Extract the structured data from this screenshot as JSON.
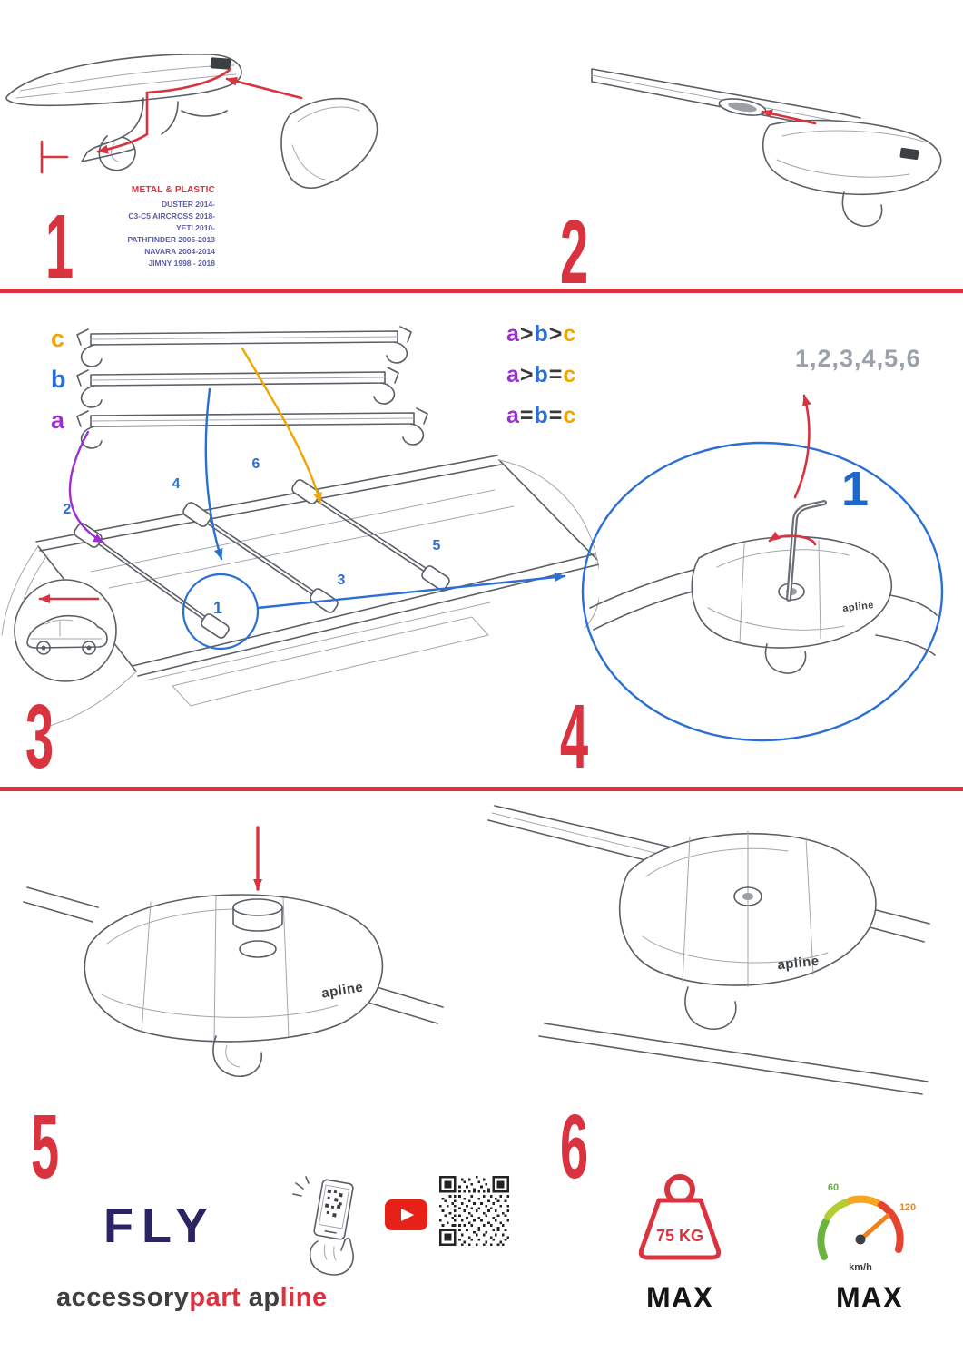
{
  "colors": {
    "red": "#d9333f",
    "blue": "#2b6fd4",
    "purple": "#9b2fd0",
    "orange": "#f0a400",
    "gray": "#9aa1ab",
    "navy": "#2a2463"
  },
  "step1": {
    "number": "1",
    "material": "METAL & PLASTIC",
    "models": [
      "DUSTER 2014-",
      "C3-C5 AIRCROSS 2018-",
      "YETI 2010-",
      "PATHFINDER 2005-2013",
      "NAVARA 2004-2014",
      "JIMNY 1998 - 2018"
    ]
  },
  "step2": {
    "number": "2"
  },
  "step3": {
    "number": "3",
    "bar_c": "c",
    "bar_b": "b",
    "bar_a": "a",
    "rules": [
      {
        "l1": "a",
        "o1": ">",
        "l2": "b",
        "o2": ">",
        "l3": "c"
      },
      {
        "l1": "a",
        "o1": ">",
        "l2": "b",
        "o2": "=",
        "l3": "c"
      },
      {
        "l1": "a",
        "o1": "=",
        "l2": "b",
        "o2": "=",
        "l3": "c"
      }
    ],
    "positions": {
      "p1": "1",
      "p2": "2",
      "p3": "3",
      "p4": "4",
      "p5": "5",
      "p6": "6"
    }
  },
  "step4": {
    "number": "4",
    "sequence": "1,2,3,4,5,6",
    "first": "1",
    "brand": "apline"
  },
  "step5": {
    "number": "5",
    "brand": "apline"
  },
  "step6": {
    "number": "6",
    "brand": "apline"
  },
  "footer": {
    "fly": "FLY",
    "accessory": "accessory",
    "part": "part",
    "brand_ap": "ap",
    "brand_line": "line",
    "weight_value": "75 KG",
    "weight_max": "MAX",
    "speed_low": "60",
    "speed_high": "120",
    "speed_unit": "km/h",
    "speed_max": "MAX"
  }
}
